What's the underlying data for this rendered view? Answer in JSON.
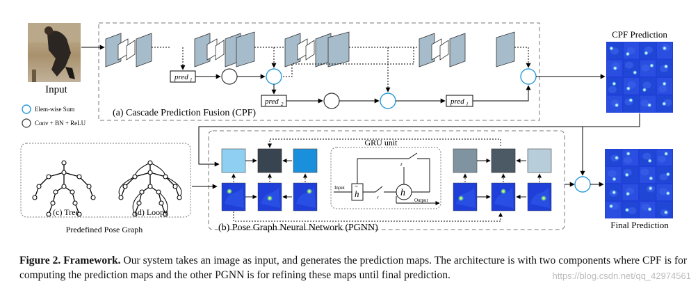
{
  "figure": {
    "input_label": "Input",
    "legend": {
      "sum_label": "Elem-wise Sum",
      "conv_label": "Conv + BN + ReLU"
    },
    "cpf": {
      "caption": "(a)  Cascade Prediction Fusion (CPF)",
      "pred1": "pred",
      "pred1_sub": "1",
      "pred2": "pred",
      "pred2_sub": "2",
      "predl": "pred",
      "predl_sub": "l",
      "output_title": "CPF Prediction"
    },
    "pose_graph": {
      "tree_label": "(c) Tree",
      "loopy_label": "(d) Loopy",
      "caption": "Predefined Pose Graph"
    },
    "pgnn": {
      "caption": "(b)  Pose Graph Neural Network (PGNN)",
      "gru_title": "GRU unit",
      "gru_input": "Input",
      "gru_output": "Output",
      "gru_h_tilde": "h",
      "gru_h": "h",
      "gru_z": "z",
      "gru_r": "r"
    },
    "final_label": "Final Prediction",
    "colors": {
      "feature_map": "#a7bccb",
      "heatmap_blue": "#1f3fd8",
      "sum_circle": "#2a9ad8",
      "node_light": "#8fd0f2",
      "node_dark": "#38444f",
      "node_blue": "#1a8fdc",
      "node_grey": "#7f93a1",
      "node_pale": "#b7cdd9"
    }
  },
  "caption": {
    "prefix": "Figure 2.",
    "bold": "Framework.",
    "text": "Our system takes an image as input, and generates the prediction maps.  The architecture is with two components where CPF is for computing the prediction maps and the other PGNN is for refining these maps until final prediction."
  },
  "watermark": "https://blog.csdn.net/qq_42974561"
}
